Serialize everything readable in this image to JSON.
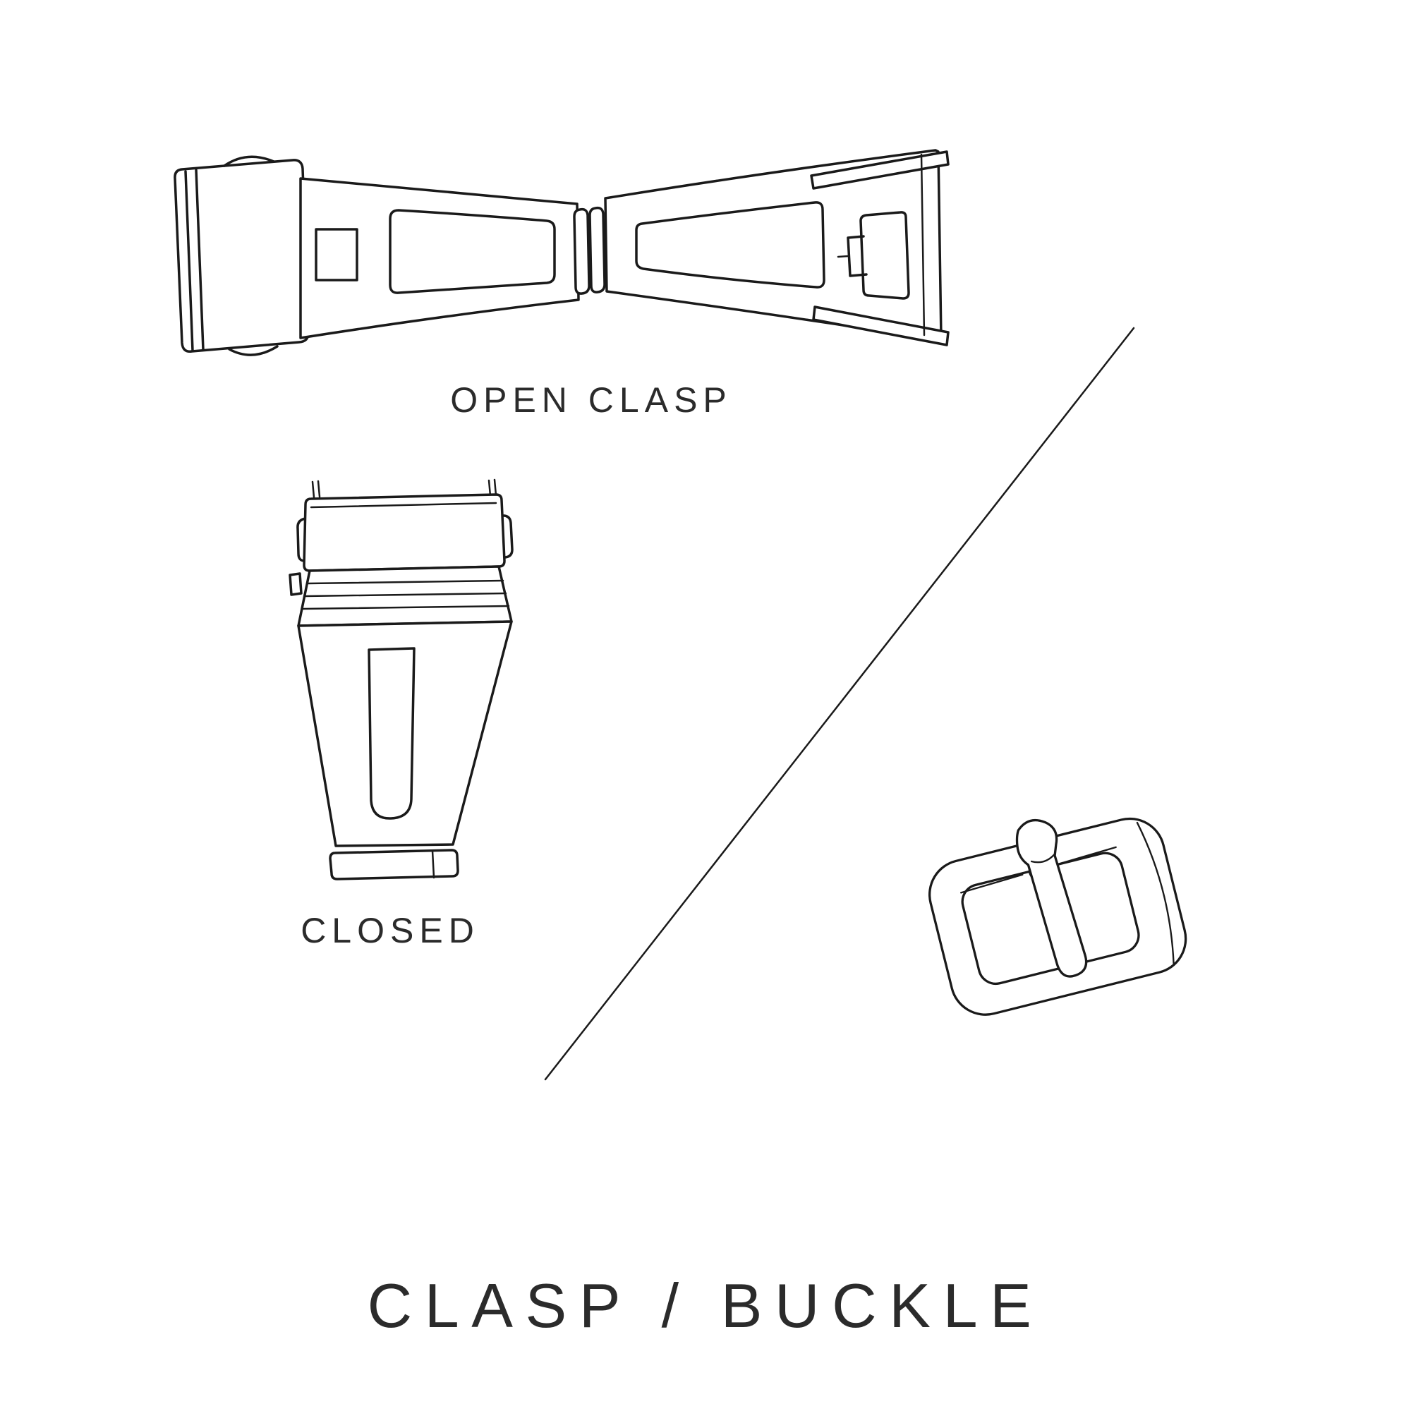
{
  "colors": {
    "background": "#ffffff",
    "line": "#1a1a1a",
    "text": "#2b2b2b"
  },
  "labels": {
    "open_clasp": "OPEN CLASP",
    "closed": "CLOSED",
    "title": "CLASP / BUCKLE"
  },
  "illustrations": {
    "open_clasp": "open-clasp-illustration",
    "closed_clasp": "closed-clasp-illustration",
    "buckle": "buckle-illustration",
    "divider": "diagonal-divider-line"
  }
}
